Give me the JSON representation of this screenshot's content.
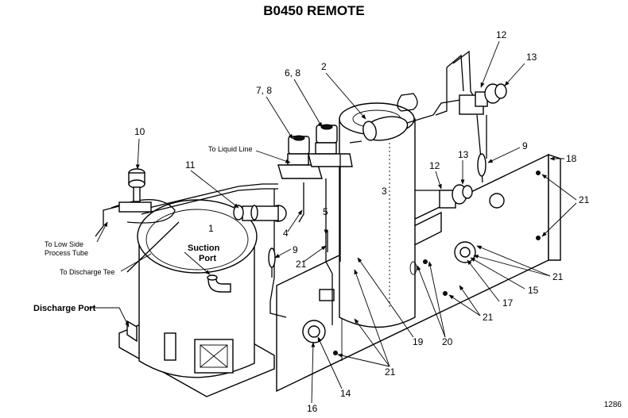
{
  "title": "B0450 REMOTE",
  "page_number": "1286",
  "labels": {
    "to_liquid_line": "To Liquid Line",
    "to_low_side": "To Low Side",
    "process_tube": "Process Tube",
    "to_discharge_tee": "To Discharge Tee",
    "suction": "Suction",
    "port": "Port",
    "discharge_port": "Discharge Port"
  },
  "callouts": {
    "n1": "1",
    "n2": "2",
    "n3": "3",
    "n4": "4",
    "n5": "5",
    "n6_8": "6, 8",
    "n7_8": "7, 8",
    "n9a": "9",
    "n9b": "9",
    "n10": "10",
    "n11": "11",
    "n12a": "12",
    "n12b": "12",
    "n13a": "13",
    "n13b": "13",
    "n14": "14",
    "n15": "15",
    "n16": "16",
    "n17": "17",
    "n18": "18",
    "n19": "19",
    "n20": "20",
    "n21a": "21",
    "n21b": "21",
    "n21c": "21",
    "n21d": "21",
    "n21e": "21"
  }
}
